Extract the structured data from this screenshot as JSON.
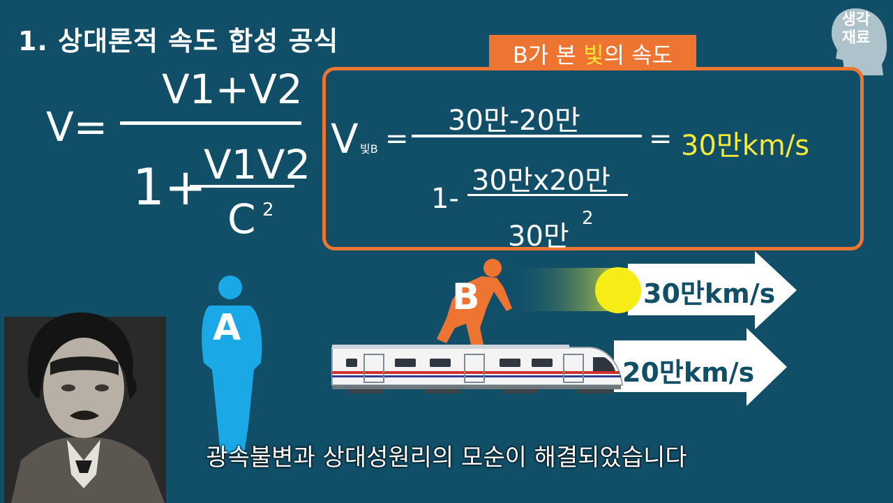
{
  "title": "1. 상대론적 속도 합성 공식",
  "logo": {
    "line1": "생각",
    "line2": "재료"
  },
  "formula": {
    "v": "V=",
    "numerator": "V1+V2",
    "den_one": "1+",
    "den_num": "V1V2",
    "den_c": "C",
    "exp": "2"
  },
  "box": {
    "tab_pre": "B가 본 ",
    "tab_hl": "빛",
    "tab_post": "의 속도",
    "v": "V",
    "v_sub": "빛B",
    "eq": "=",
    "numerator": "30만-20만",
    "den_one": "1-",
    "den_num": "30만x20만",
    "den_den": "30만",
    "den_exp": "2",
    "eq2": "=",
    "result": "30만km/s"
  },
  "scene": {
    "label_a": "A",
    "label_b": "B",
    "light_speed": "30만km/s",
    "train_speed": "20만km/s"
  },
  "subtitle": "광속불변과 상대성원리의 모순이 해결되었습니다",
  "colors": {
    "background": "#114f69",
    "orange": "#ee7432",
    "result_yellow": "#f4ea3a",
    "figure_blue": "#1aa9e6"
  }
}
